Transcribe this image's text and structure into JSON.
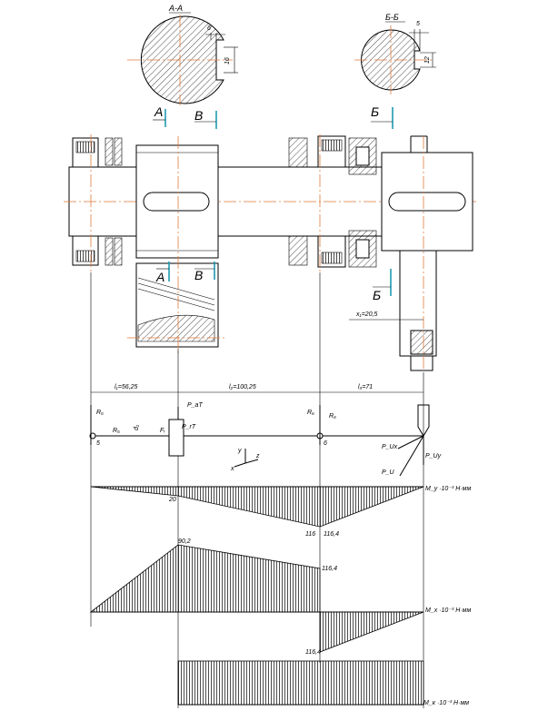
{
  "sections": {
    "aa": {
      "title": "А-А",
      "dim_top": "6",
      "dim_side": "16"
    },
    "bb": {
      "title": "Б-Б",
      "dim_top": "5",
      "dim_side": "12"
    }
  },
  "cut_labels": {
    "a": "А",
    "v": "В",
    "b": "Б"
  },
  "dims": {
    "l1": "l₁=56,25",
    "l2": "l₂=100,25",
    "l3": "l₃=71",
    "x1": "x₁=20,5"
  },
  "forces": {
    "r5": "R₅",
    "r5b": "R₅",
    "r6": "R₆",
    "r6b": "R₆",
    "fr": "Fᵣ",
    "pa": "P_aT",
    "prt": "P_rT",
    "d": "d₁",
    "pux": "P_Ux",
    "pu": "P_U",
    "puy": "P_Uy",
    "support5": "5",
    "support6": "6"
  },
  "axes": {
    "x": "x",
    "y": "y",
    "z": "z"
  },
  "moments": {
    "m1_label": "M_y ·10⁻³ Н·мм",
    "m1_val1": "20",
    "m1_val2": "116",
    "m1_val3": "116,4",
    "m2_label": "M_x ·10⁻³ Н·мм",
    "m2_val1": "90,2",
    "m2_val2": "116,4",
    "m3_val": "116,4",
    "m4_label": "M_к ·10⁻³ Н·мм"
  }
}
